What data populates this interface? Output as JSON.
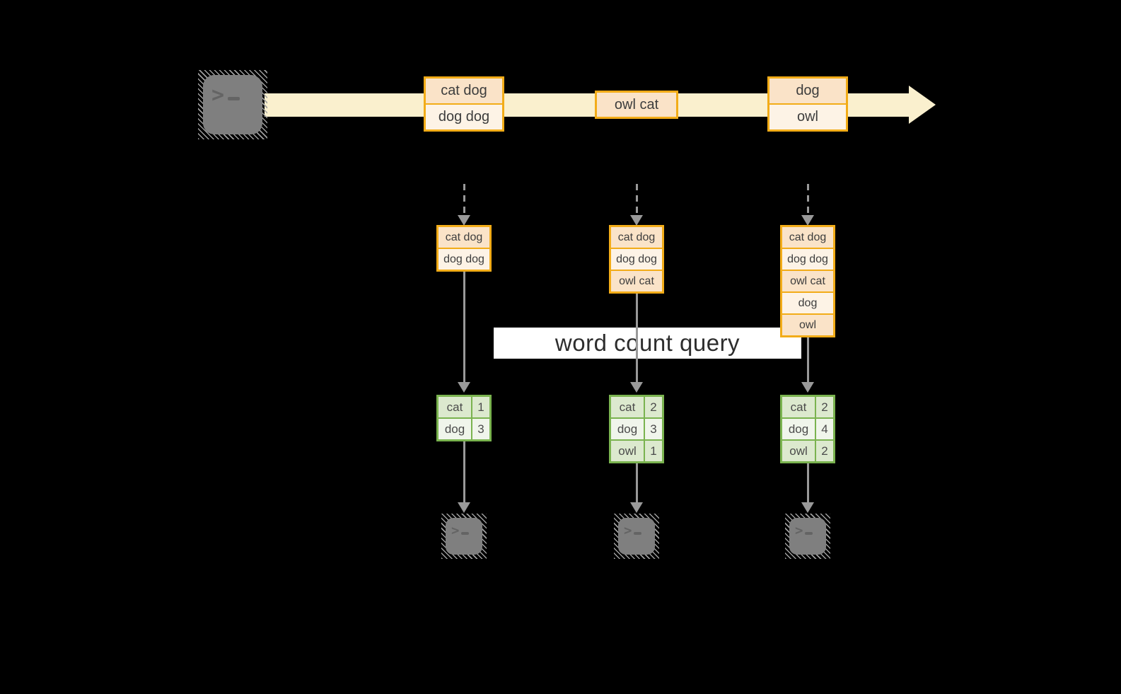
{
  "diagram": {
    "query_label": "word count query",
    "terminal_glyph": ">",
    "icons": {
      "source": "terminal-icon",
      "sinks": [
        "terminal-icon",
        "terminal-icon",
        "terminal-icon"
      ]
    },
    "stream": {
      "events": [
        {
          "rows": [
            "cat dog",
            "dog dog"
          ]
        },
        {
          "rows": [
            "owl cat"
          ]
        },
        {
          "rows": [
            "dog",
            "owl"
          ]
        }
      ]
    },
    "columns": [
      {
        "buffered_events": [
          "cat dog",
          "dog dog"
        ],
        "counts": [
          {
            "word": "cat",
            "count": "1"
          },
          {
            "word": "dog",
            "count": "3"
          }
        ]
      },
      {
        "buffered_events": [
          "cat dog",
          "dog dog",
          "owl cat"
        ],
        "counts": [
          {
            "word": "cat",
            "count": "2"
          },
          {
            "word": "dog",
            "count": "3"
          },
          {
            "word": "owl",
            "count": "1"
          }
        ]
      },
      {
        "buffered_events": [
          "cat dog",
          "dog dog",
          "owl cat",
          "dog",
          "owl"
        ],
        "counts": [
          {
            "word": "cat",
            "count": "2"
          },
          {
            "word": "dog",
            "count": "4"
          },
          {
            "word": "owl",
            "count": "2"
          }
        ]
      }
    ],
    "colors": {
      "background": "#000000",
      "stream_fill": "#FAF0CE",
      "event_border": "#F2AC18",
      "event_fill_peach": "#FAE3C8",
      "event_fill_cream": "#FDF3E6",
      "table_border": "#7AB34F",
      "table_fill_green": "#DCE9CE",
      "table_fill_pale": "#F0F5EB",
      "arrow_gray": "#999999",
      "terminal_gray": "#7F7F7F",
      "label_bg": "#FFFFFF",
      "text": "#3D3D3D"
    }
  }
}
